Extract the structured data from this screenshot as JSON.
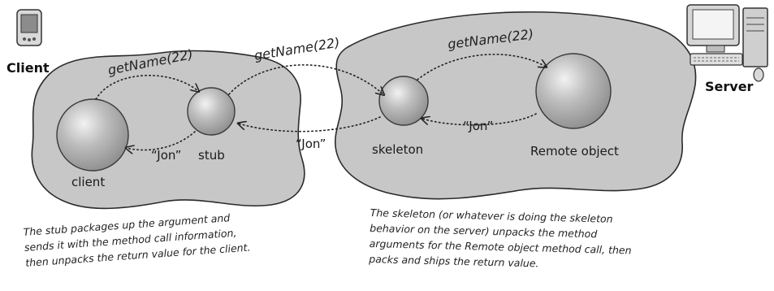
{
  "labels": {
    "client_device": "Client",
    "server_device": "Server",
    "client": "client",
    "stub": "stub",
    "skeleton": "skeleton",
    "remote_object": "Remote object",
    "call_client_to_stub": "getName(22)",
    "call_stub_to_skeleton": "getName(22)",
    "call_skeleton_to_remote": "getName(22)",
    "return_remote_to_skeleton": "“Jon”",
    "return_skeleton_to_stub": "“Jon”",
    "return_stub_to_client": "“Jon”"
  },
  "notes": {
    "stub": [
      "The stub packages up the argument and",
      "sends it with the method call information,",
      "then unpacks the return value for the client."
    ],
    "skeleton": [
      "The skeleton (or whatever is doing the skeleton",
      "behavior on the server) unpacks the method",
      "arguments for the Remote object method call, then",
      "packs and ships the return value."
    ]
  },
  "colors": {
    "heap_fill": "#c7c7c7",
    "heap_stroke": "#2a2a2a",
    "ball_fill": "#b4b4b4",
    "ball_highlight": "#ececec",
    "dotted_line": "#222222"
  },
  "icons": {
    "client_device": "pda-icon",
    "server_device": "desktop-computer-icon"
  }
}
